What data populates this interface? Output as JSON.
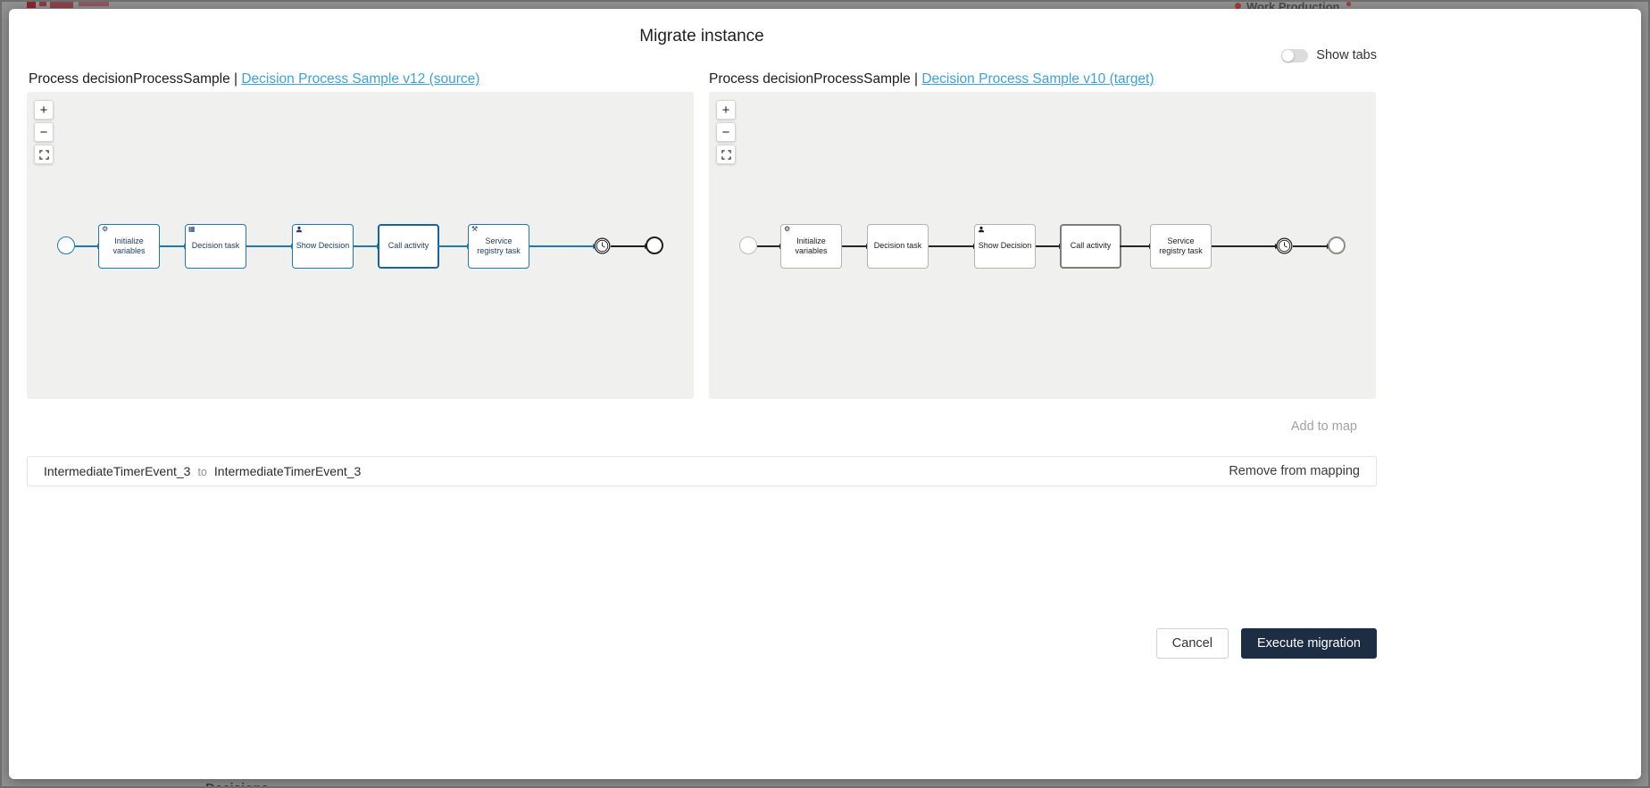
{
  "backdrop": {
    "brand_text": "Work Production",
    "bottom_text": "Decisions"
  },
  "modal": {
    "title": "Migrate instance",
    "show_tabs": "Show tabs",
    "zoom": {
      "in": "+",
      "out": "−"
    },
    "source": {
      "prefix": "Process decisionProcessSample |",
      "link": "Decision Process Sample v12 (source)"
    },
    "target": {
      "prefix": "Process decisionProcessSample |",
      "link": "Decision Process Sample v10 (target)"
    },
    "nodes": {
      "tasks": [
        "Initialize variables",
        "Decision task",
        "Show Decision",
        "Call activity",
        "Service registry task"
      ]
    },
    "mapping": {
      "add_label": "Add to map",
      "from": "IntermediateTimerEvent_3",
      "to_word": "to",
      "to": "IntermediateTimerEvent_3",
      "remove_label": "Remove from mapping"
    },
    "footer": {
      "cancel": "Cancel",
      "execute": "Execute migration"
    }
  }
}
